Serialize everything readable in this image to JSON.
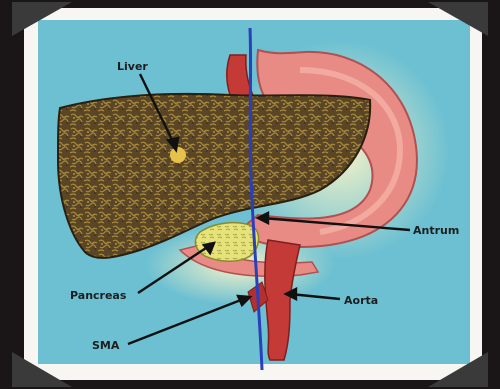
{
  "labels": {
    "liver": "Liver",
    "antrum": "Antrum",
    "pancreas": "Pancreas",
    "aorta": "Aorta",
    "sma": "SMA"
  },
  "colors": {
    "frame_outer": "#1a1516",
    "frame_white": "#f7f6f2",
    "background_sky": "#6cc0d2",
    "liver": "#5a4626",
    "liver_texture": "#a88a3c",
    "stomach": "#e88b84",
    "stomach_inner": "#f2a39a",
    "pancreas": "#e8e27a",
    "aorta": "#c43a36",
    "midline": "#2a40b8",
    "glow": "#fff6c8",
    "pointer": "#111111"
  },
  "icons": {
    "corners": "photo-corner-icon"
  }
}
